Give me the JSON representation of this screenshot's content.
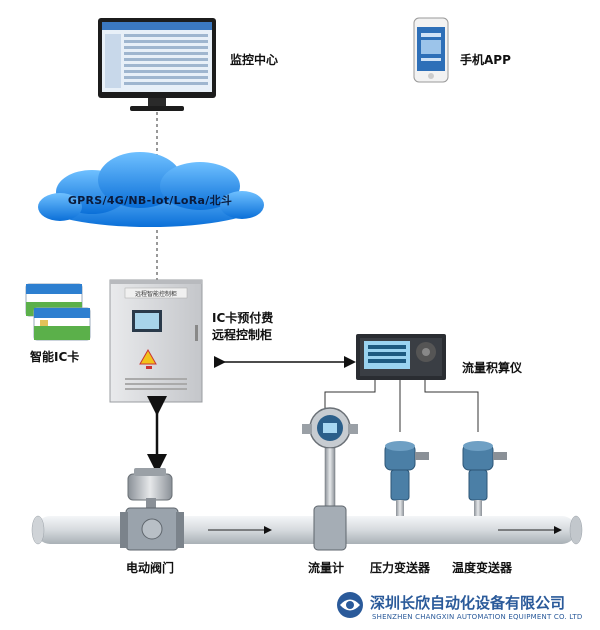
{
  "labels": {
    "monitor_center": "监控中心",
    "mobile_app": "手机APP",
    "network": "GPRS/4G/NB-Iot/LoRa/北斗",
    "ic_card": "智能IC卡",
    "cabinet_line1": "IC卡预付费",
    "cabinet_line2": "远程控制柜",
    "cabinet_plate": "远程智能控制柜",
    "flow_totalizer": "流量积算仪",
    "electric_valve": "电动阀门",
    "flow_meter": "流量计",
    "pressure_transmitter": "压力变送器",
    "temperature_transmitter": "温度变送器"
  },
  "company": {
    "name_cn": "深圳长欣自动化设备有限公司",
    "name_en": "SHENZHEN CHANGXIN AUTOMATION EQUIPMENT CO. LTD"
  },
  "colors": {
    "cloud": "#1a7fe0",
    "cabinet": "#d9dadd",
    "pipe": "#d8dce0",
    "accent": "#2a5a9a"
  }
}
